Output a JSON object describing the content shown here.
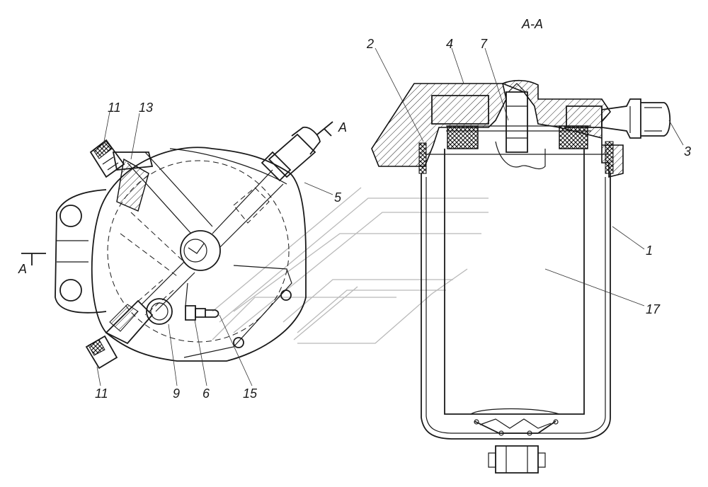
{
  "section_title": "А-А",
  "section_marks": [
    "А",
    "А"
  ],
  "callouts": {
    "c1": "1",
    "c2": "2",
    "c3": "3",
    "c4": "4",
    "c5": "5",
    "c6": "6",
    "c7": "7",
    "c9": "9",
    "c11a": "11",
    "c11b": "11",
    "c13": "13",
    "c15": "15",
    "c17": "17"
  }
}
